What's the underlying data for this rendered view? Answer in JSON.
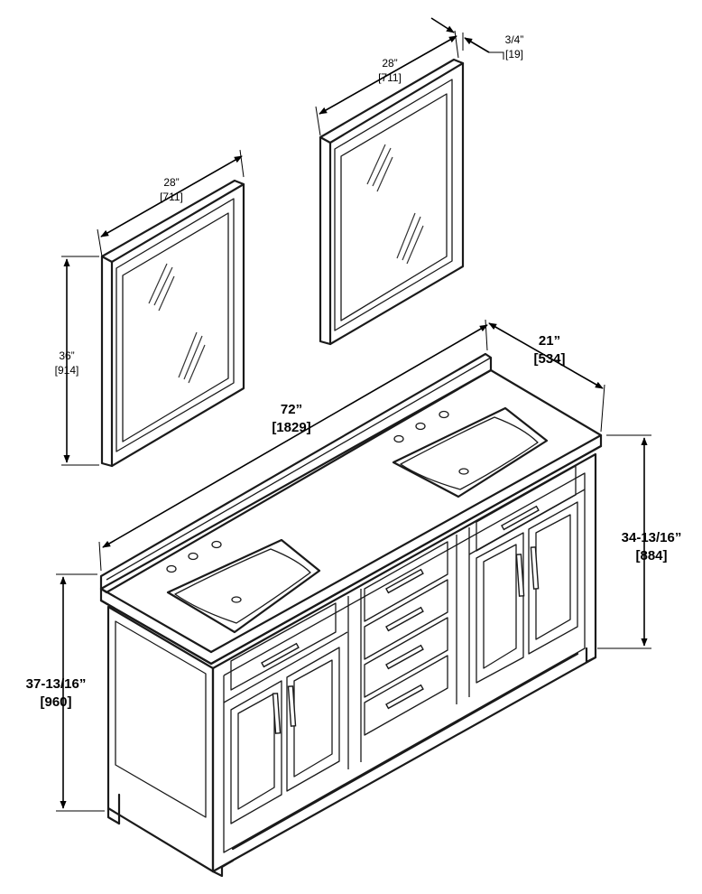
{
  "dimensions": {
    "mirror_left_width": {
      "imperial": "28”",
      "metric": "[711]"
    },
    "mirror_right_width": {
      "imperial": "28”",
      "metric": "[711]"
    },
    "mirror_thickness": {
      "imperial": "3/4”",
      "metric": "[19]"
    },
    "mirror_height": {
      "imperial": "36”",
      "metric": "[914]"
    },
    "vanity_width": {
      "imperial": "72”",
      "metric": "[1829]"
    },
    "vanity_depth": {
      "imperial": "21”",
      "metric": "[534]"
    },
    "cabinet_height": {
      "imperial": "34-13/16”",
      "metric": "[884]"
    },
    "overall_height": {
      "imperial": "37-13/16”",
      "metric": "[960]"
    }
  }
}
